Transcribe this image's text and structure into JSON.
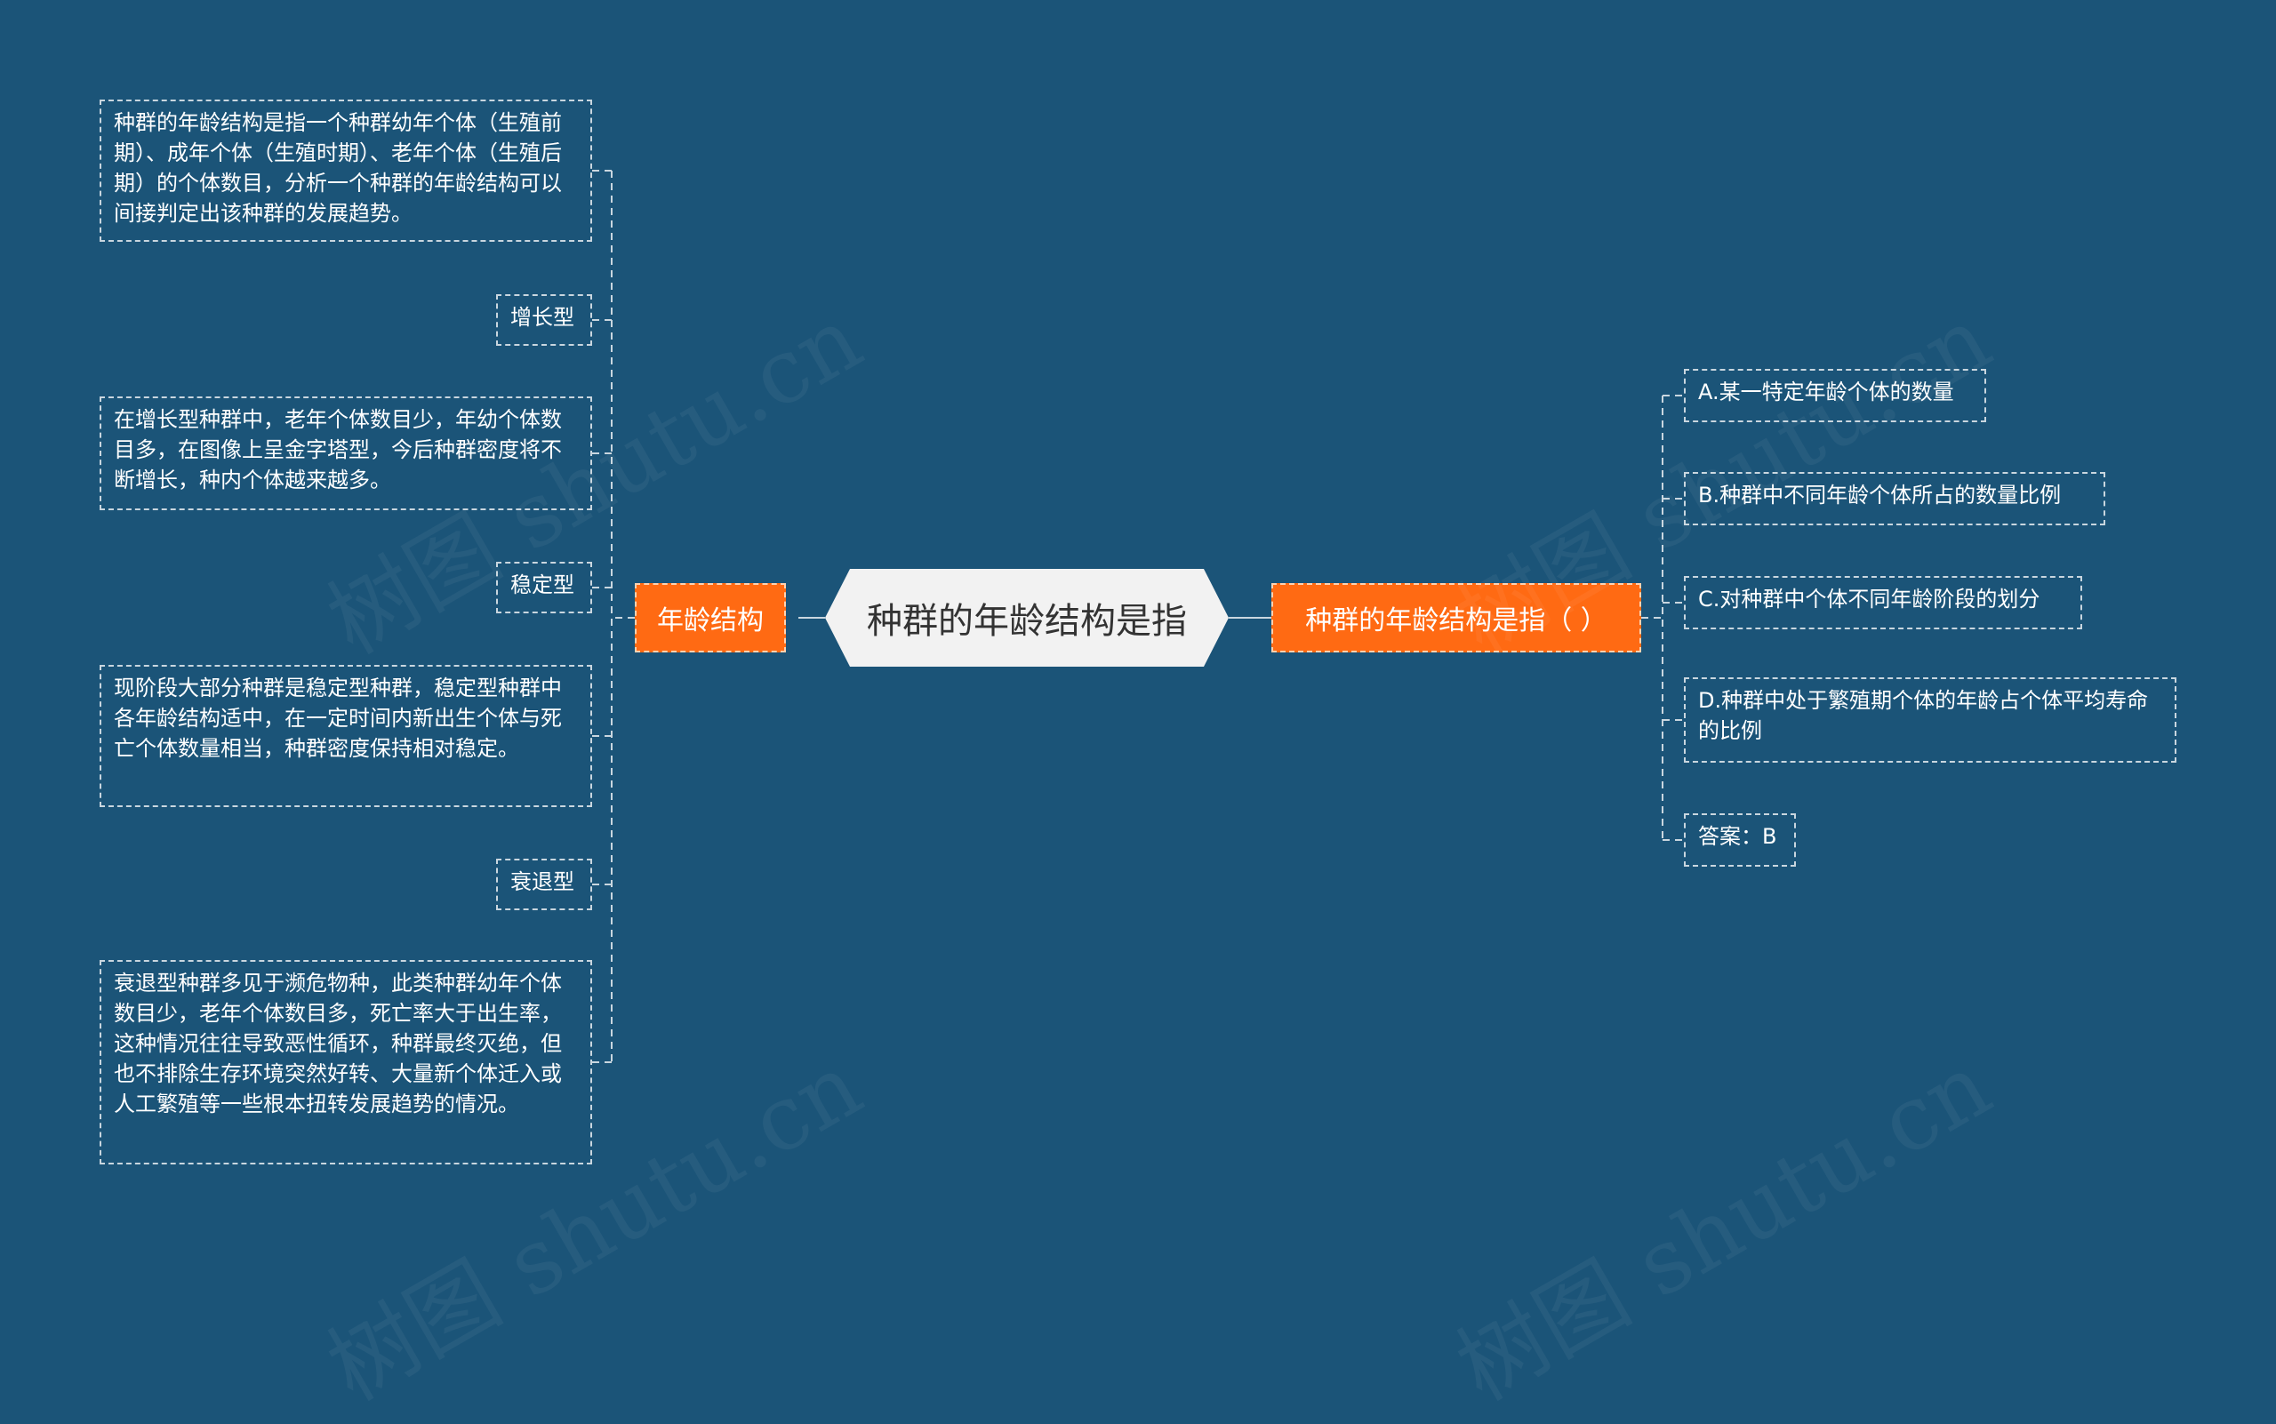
{
  "root": {
    "label": "种群的年龄结构是指"
  },
  "left_branch": {
    "label": "年龄结构",
    "children": [
      "种群的年龄结构是指一个种群幼年个体（生殖前期）、成年个体（生殖时期）、老年个体（生殖后期）的个体数目，分析一个种群的年龄结构可以间接判定出该种群的发展趋势。",
      "增长型",
      "在增长型种群中，老年个体数目少，年幼个体数目多，在图像上呈金字塔型，今后种群密度将不断增长，种内个体越来越多。",
      "稳定型",
      "现阶段大部分种群是稳定型种群，稳定型种群中各年龄结构适中，在一定时间内新出生个体与死亡个体数量相当，种群密度保持相对稳定。",
      "衰退型",
      "衰退型种群多见于濒危物种，此类种群幼年个体数目少，老年个体数目多，死亡率大于出生率，这种情况往往导致恶性循环，种群最终灭绝，但也不排除生存环境突然好转、大量新个体迁入或人工繁殖等一些根本扭转发展趋势的情况。"
    ]
  },
  "right_branch": {
    "label": "种群的年龄结构是指（ ）",
    "children": [
      "A.某一特定年龄个体的数量",
      "B.种群中不同年龄个体所占的数量比例",
      "C.对种群中个体不同年龄阶段的划分",
      "D.种群中处于繁殖期个体的年龄占个体平均寿命的比例",
      "答案：B"
    ]
  },
  "watermark": "树图 shutu.cn",
  "colors": {
    "background": "#1b5478",
    "branch": "#ff6a13",
    "root": "#f2f2f2",
    "line": "#c9d6df"
  }
}
